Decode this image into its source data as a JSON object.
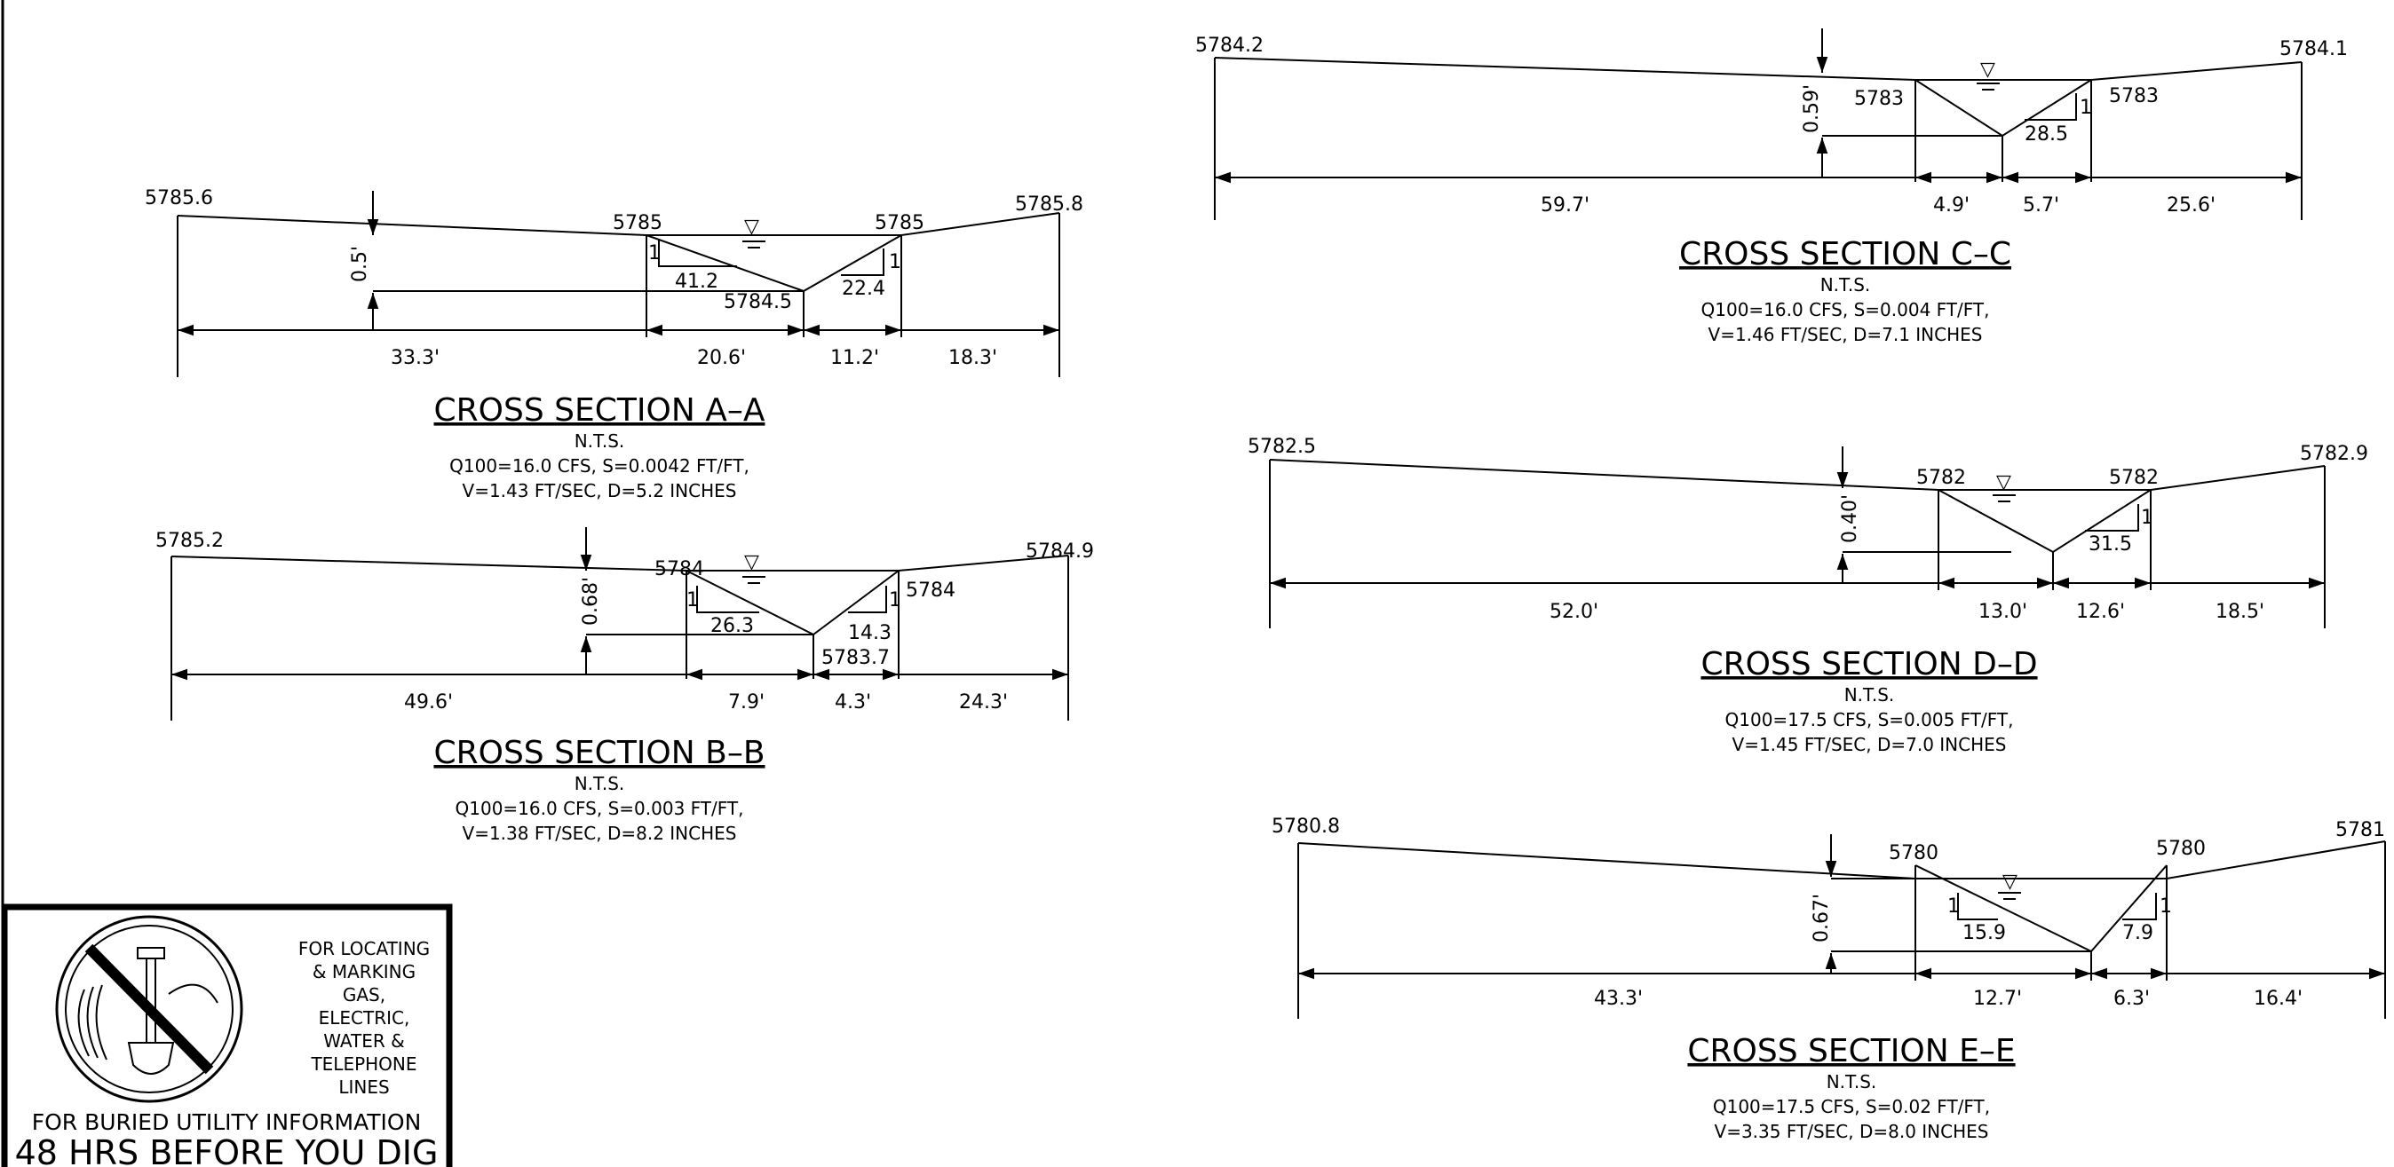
{
  "sections": {
    "a": {
      "title": "CROSS SECTION A–A",
      "scale": "N.T.S.",
      "hydraulics1": "Q100=16.0 CFS, S=0.0042 FT/FT,",
      "hydraulics2": "V=1.43 FT/SEC, D=5.2 INCHES",
      "elev_left": "5785.6",
      "elev_tl": "5785",
      "elev_tr": "5785",
      "elev_right": "5785.8",
      "elev_bottom": "5784.5",
      "depth": "0.5'",
      "slope_left": "41.2",
      "slope_right": "22.4",
      "slope_rise": "1",
      "w1": "33.3'",
      "w2": "20.6'",
      "w3": "11.2'",
      "w4": "18.3'"
    },
    "b": {
      "title": "CROSS SECTION B–B",
      "scale": "N.T.S.",
      "hydraulics1": "Q100=16.0 CFS, S=0.003 FT/FT,",
      "hydraulics2": "V=1.38 FT/SEC, D=8.2 INCHES",
      "elev_left": "5785.2",
      "elev_tl": "5784",
      "elev_tr": "5784",
      "elev_right": "5784.9",
      "elev_bottom": "5783.7",
      "depth": "0.68'",
      "slope_left": "26.3",
      "slope_right": "14.3",
      "slope_rise": "1",
      "w1": "49.6'",
      "w2": "7.9'",
      "w3": "4.3'",
      "w4": "24.3'"
    },
    "c": {
      "title": "CROSS SECTION C–C",
      "scale": "N.T.S.",
      "hydraulics1": "Q100=16.0 CFS, S=0.004 FT/FT,",
      "hydraulics2": "V=1.46 FT/SEC, D=7.1 INCHES",
      "elev_left": "5784.2",
      "elev_tl": "5783",
      "elev_tr": "5783",
      "elev_right": "5784.1",
      "depth": "0.59'",
      "slope_right": "28.5",
      "slope_rise": "1",
      "w1": "59.7'",
      "w2": "4.9'",
      "w3": "5.7'",
      "w4": "25.6'"
    },
    "d": {
      "title": "CROSS SECTION D–D",
      "scale": "N.T.S.",
      "hydraulics1": "Q100=17.5 CFS, S=0.005 FT/FT,",
      "hydraulics2": "V=1.45 FT/SEC, D=7.0 INCHES",
      "elev_left": "5782.5",
      "elev_tl": "5782",
      "elev_tr": "5782",
      "elev_right": "5782.9",
      "depth": "0.40'",
      "slope_right": "31.5",
      "slope_rise": "1",
      "w1": "52.0'",
      "w2": "13.0'",
      "w3": "12.6'",
      "w4": "18.5'"
    },
    "e": {
      "title": "CROSS SECTION E–E",
      "scale": "N.T.S.",
      "hydraulics1": "Q100=17.5 CFS, S=0.02 FT/FT,",
      "hydraulics2": "V=3.35 FT/SEC, D=8.0 INCHES",
      "elev_left": "5780.8",
      "elev_tl": "5780",
      "elev_tr": "5780",
      "elev_right": "5781",
      "depth": "0.67'",
      "slope_left": "15.9",
      "slope_right": "7.9",
      "slope_rise": "1",
      "w1": "43.3'",
      "w2": "12.7'",
      "w3": "6.3'",
      "w4": "16.4'"
    }
  },
  "dig_notice": {
    "side_text": [
      "FOR LOCATING",
      "& MARKING",
      "GAS,",
      "ELECTRIC,",
      "WATER &",
      "TELEPHONE",
      "LINES"
    ],
    "line1": "FOR BURIED UTILITY INFORMATION",
    "line2": "48 HRS BEFORE YOU DIG"
  }
}
